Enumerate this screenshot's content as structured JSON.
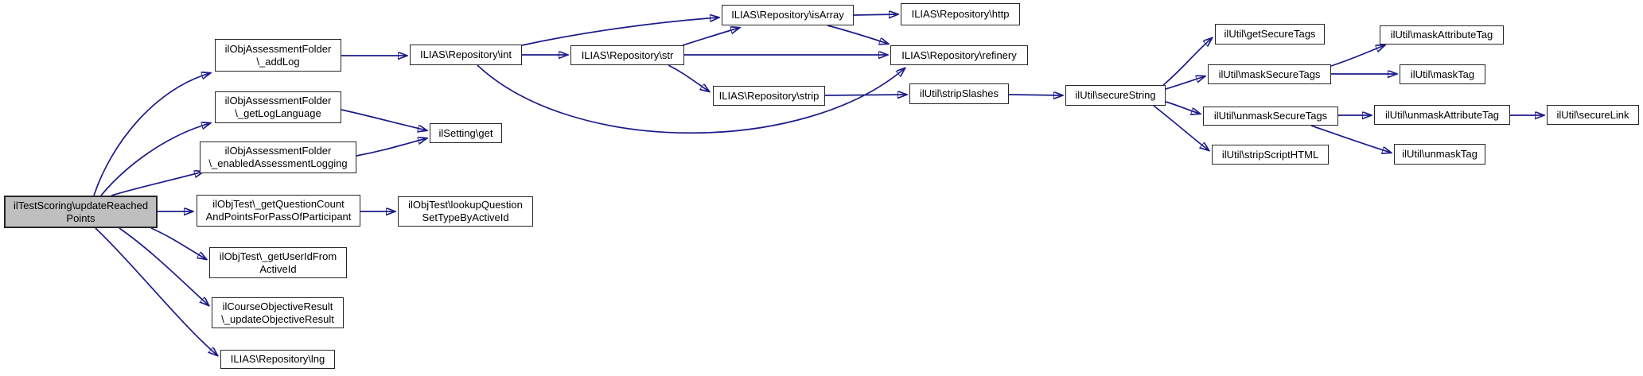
{
  "diagram": {
    "kind": "call-graph",
    "colors": {
      "background": "#ffffff",
      "edge": "#1b1b8a",
      "node_fill": "#ffffff",
      "node_border": "#262626",
      "root_fill": "#bfbfbf",
      "text": "#000000"
    }
  },
  "graph": {
    "nodes": [
      {
        "id": "updateReachedPoints",
        "label": "ilTestScoring\\updateReached\nPoints",
        "root": true
      },
      {
        "id": "addLog",
        "label": "ilObjAssessmentFolder\n\\_addLog"
      },
      {
        "id": "getLogLanguage",
        "label": "ilObjAssessmentFolder\n\\_getLogLanguage"
      },
      {
        "id": "enabledAssessmentLogging",
        "label": "ilObjAssessmentFolder\n\\_enabledAssessmentLogging"
      },
      {
        "id": "getQuestionCountAndPointsForPassOfParticipant",
        "label": "ilObjTest\\_getQuestionCount\nAndPointsForPassOfParticipant"
      },
      {
        "id": "getUserIdFromActiveId",
        "label": "ilObjTest\\_getUserIdFrom\nActiveId"
      },
      {
        "id": "updateObjectiveResult",
        "label": "ilCourseObjectiveResult\n\\_updateObjectiveResult"
      },
      {
        "id": "lng",
        "label": "ILIAS\\Repository\\lng"
      },
      {
        "id": "int",
        "label": "ILIAS\\Repository\\int"
      },
      {
        "id": "settingGet",
        "label": "ilSetting\\get"
      },
      {
        "id": "lookupQuestionSetTypeByActiveId",
        "label": "ilObjTest\\lookupQuestion\nSetTypeByActiveId"
      },
      {
        "id": "str",
        "label": "ILIAS\\Repository\\str"
      },
      {
        "id": "isArray",
        "label": "ILIAS\\Repository\\isArray"
      },
      {
        "id": "strip",
        "label": "ILIAS\\Repository\\strip"
      },
      {
        "id": "http",
        "label": "ILIAS\\Repository\\http"
      },
      {
        "id": "refinery",
        "label": "ILIAS\\Repository\\refinery"
      },
      {
        "id": "stripSlashes",
        "label": "ilUtil\\stripSlashes"
      },
      {
        "id": "secureString",
        "label": "ilUtil\\secureString"
      },
      {
        "id": "getSecureTags",
        "label": "ilUtil\\getSecureTags"
      },
      {
        "id": "maskSecureTags",
        "label": "ilUtil\\maskSecureTags"
      },
      {
        "id": "unmaskSecureTags",
        "label": "ilUtil\\unmaskSecureTags"
      },
      {
        "id": "stripScriptHTML",
        "label": "ilUtil\\stripScriptHTML"
      },
      {
        "id": "maskAttributeTag",
        "label": "ilUtil\\maskAttributeTag"
      },
      {
        "id": "maskTag",
        "label": "ilUtil\\maskTag"
      },
      {
        "id": "unmaskAttributeTag",
        "label": "ilUtil\\unmaskAttributeTag"
      },
      {
        "id": "unmaskTag",
        "label": "ilUtil\\unmaskTag"
      },
      {
        "id": "secureLink",
        "label": "ilUtil\\secureLink"
      }
    ],
    "edges": [
      {
        "from": "updateReachedPoints",
        "to": "addLog"
      },
      {
        "from": "updateReachedPoints",
        "to": "getLogLanguage"
      },
      {
        "from": "updateReachedPoints",
        "to": "enabledAssessmentLogging"
      },
      {
        "from": "updateReachedPoints",
        "to": "getQuestionCountAndPointsForPassOfParticipant"
      },
      {
        "from": "updateReachedPoints",
        "to": "getUserIdFromActiveId"
      },
      {
        "from": "updateReachedPoints",
        "to": "updateObjectiveResult"
      },
      {
        "from": "updateReachedPoints",
        "to": "lng"
      },
      {
        "from": "addLog",
        "to": "int"
      },
      {
        "from": "getLogLanguage",
        "to": "settingGet"
      },
      {
        "from": "enabledAssessmentLogging",
        "to": "settingGet"
      },
      {
        "from": "getQuestionCountAndPointsForPassOfParticipant",
        "to": "lookupQuestionSetTypeByActiveId"
      },
      {
        "from": "int",
        "to": "str"
      },
      {
        "from": "int",
        "to": "isArray"
      },
      {
        "from": "int",
        "to": "refinery"
      },
      {
        "from": "str",
        "to": "isArray"
      },
      {
        "from": "str",
        "to": "refinery"
      },
      {
        "from": "str",
        "to": "strip"
      },
      {
        "from": "isArray",
        "to": "http"
      },
      {
        "from": "isArray",
        "to": "refinery"
      },
      {
        "from": "strip",
        "to": "stripSlashes"
      },
      {
        "from": "stripSlashes",
        "to": "secureString"
      },
      {
        "from": "secureString",
        "to": "getSecureTags"
      },
      {
        "from": "secureString",
        "to": "maskSecureTags"
      },
      {
        "from": "secureString",
        "to": "unmaskSecureTags"
      },
      {
        "from": "secureString",
        "to": "stripScriptHTML"
      },
      {
        "from": "maskSecureTags",
        "to": "maskAttributeTag"
      },
      {
        "from": "maskSecureTags",
        "to": "maskTag"
      },
      {
        "from": "unmaskSecureTags",
        "to": "unmaskAttributeTag"
      },
      {
        "from": "unmaskSecureTags",
        "to": "unmaskTag"
      },
      {
        "from": "unmaskAttributeTag",
        "to": "secureLink"
      }
    ]
  }
}
